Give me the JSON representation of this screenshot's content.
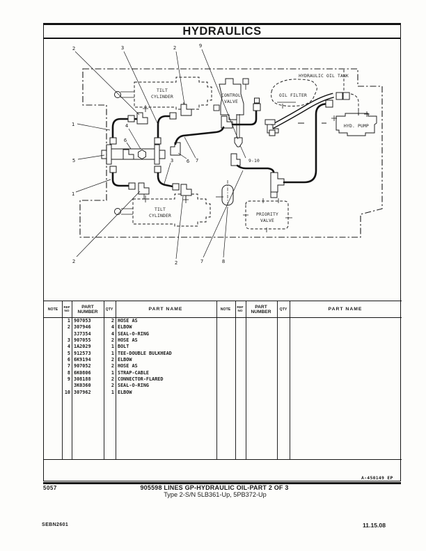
{
  "title": "HYDRAULICS",
  "diagram": {
    "component_labels": {
      "tilt_cylinder_top_1": "TILT",
      "tilt_cylinder_top_2": "CYLINDER",
      "control_valve_1": "CONTROL",
      "control_valve_2": "VALVE",
      "oil_filter": "OIL FILTER",
      "hydraulic_oil_tank": "HYDRAULIC OIL TANK",
      "hyd_pump": "HYD. PUMP",
      "tilt_cylinder_bottom_1": "TILT",
      "tilt_cylinder_bottom_2": "CYLINDER",
      "priority_valve_1": "PRIORITY",
      "priority_valve_2": "VALVE",
      "callout_group_9_10": "9-10"
    },
    "callouts": [
      {
        "label": "2"
      },
      {
        "label": "3"
      },
      {
        "label": "2"
      },
      {
        "label": "9"
      },
      {
        "label": "1"
      },
      {
        "label": "4"
      },
      {
        "label": "6"
      },
      {
        "label": "5"
      },
      {
        "label": "3"
      },
      {
        "label": "6"
      },
      {
        "label": "7"
      },
      {
        "label": "1"
      },
      {
        "label": "2"
      },
      {
        "label": "2"
      },
      {
        "label": "7"
      },
      {
        "label": "8"
      }
    ]
  },
  "parts_table": {
    "headers": {
      "note": "NOTE",
      "ref_line1": "REF",
      "ref_line2": "NO",
      "part_line1": "PART",
      "part_line2": "NUMBER",
      "qty": "QTY",
      "part_name": "PART NAME"
    },
    "rows": [
      {
        "ref": "1",
        "part": "907053",
        "qty": "2",
        "name": "HOSE AS"
      },
      {
        "ref": "2",
        "part": "307946",
        "qty": "4",
        "name": "ELBOW"
      },
      {
        "ref": "",
        "part": "3J7354",
        "qty": "4",
        "name": "SEAL-O-RING"
      },
      {
        "ref": "3",
        "part": "907055",
        "qty": "2",
        "name": "HOSE AS"
      },
      {
        "ref": "4",
        "part": "1A2029",
        "qty": "1",
        "name": "BOLT"
      },
      {
        "ref": "5",
        "part": "912573",
        "qty": "1",
        "name": "TEE-DOUBLE BULKHEAD"
      },
      {
        "ref": "6",
        "part": "6K9194",
        "qty": "2",
        "name": "ELBOW"
      },
      {
        "ref": "7",
        "part": "907052",
        "qty": "2",
        "name": "HOSE AS"
      },
      {
        "ref": "8",
        "part": "6K0806",
        "qty": "1",
        "name": "STRAP-CABLE"
      },
      {
        "ref": "9",
        "part": "308188",
        "qty": "2",
        "name": "CONNECTOR-FLARED"
      },
      {
        "ref": "",
        "part": "3K0360",
        "qty": "2",
        "name": "SEAL-O-RING"
      },
      {
        "ref": "10",
        "part": "307962",
        "qty": "1",
        "name": "ELBOW"
      }
    ]
  },
  "drawing_number": "A-450149 EP",
  "footer": {
    "page_code": "5057",
    "caption": "905598 LINES GP-HYDRAULIC OIL-PART 2 OF 3",
    "subcaption": "Type 2-S/N 5LB361-Up, 5PB372-Up",
    "document_number": "SEBN2601",
    "date": "11.15.08"
  }
}
